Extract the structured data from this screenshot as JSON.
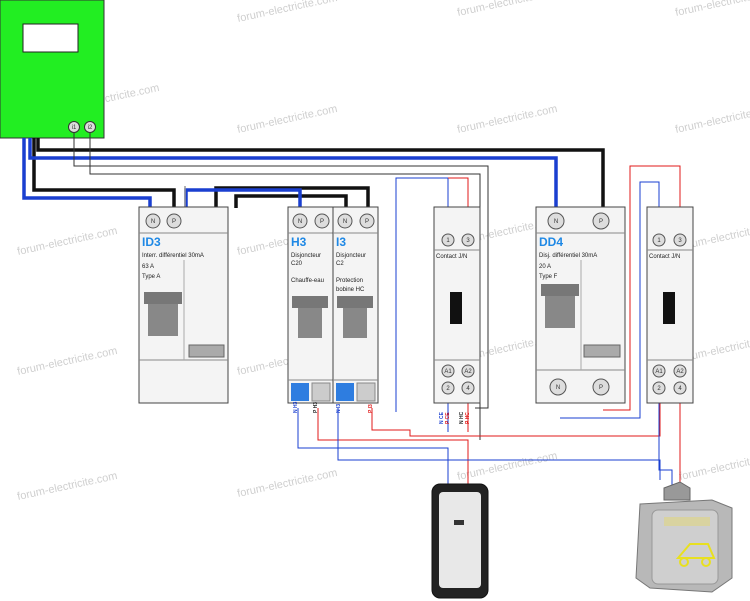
{
  "watermark": "forum-electricite.com",
  "meter": {
    "terminal_1": "i1",
    "terminal_2": "i2"
  },
  "modules": {
    "id3": {
      "title": "ID3",
      "line1": "Interr. différentiel 30mA",
      "line2": "63 A",
      "line3": "Type A",
      "term_left": "N",
      "term_right": "P"
    },
    "h3": {
      "title": "H3",
      "line1": "Disjoncteur",
      "line2": "C20",
      "line3": "Chauffe-eau",
      "term_left": "N",
      "term_right": "P"
    },
    "i3": {
      "title": "I3",
      "line1": "Disjoncteur",
      "line2": "C2",
      "line3": "Protection",
      "line4": "bobine HC",
      "term_left": "N",
      "term_right": "P"
    },
    "c1": {
      "line1": "Contact J/N",
      "term_top_left": "1",
      "term_top_right": "3",
      "term_bot_left": "A1",
      "term_bot_right": "A2",
      "term_bot2_left": "2",
      "term_bot2_right": "4"
    },
    "dd4": {
      "title": "DD4",
      "line1": "Disj. différentiel 30mA",
      "line2": "20 A",
      "line3": "Type F",
      "term_left": "N",
      "term_right": "P",
      "term_bot_left": "N",
      "term_bot_right": "P"
    },
    "c2": {
      "line1": "Contact J/N",
      "term_top_left": "1",
      "term_top_right": "3",
      "term_bot_left": "A1",
      "term_bot_right": "A2",
      "term_bot2_left": "2",
      "term_bot2_right": "4"
    }
  },
  "wire_labels": [
    "N H3",
    "P H3",
    "N I3",
    "P I3",
    "N CE",
    "P CE",
    "N HC",
    "P HC"
  ],
  "colors": {
    "meter": "#22ee22",
    "wire_black": "#111111",
    "wire_blue": "#1a3fd0",
    "wire_red": "#e01818",
    "label": "#1e88e5"
  }
}
